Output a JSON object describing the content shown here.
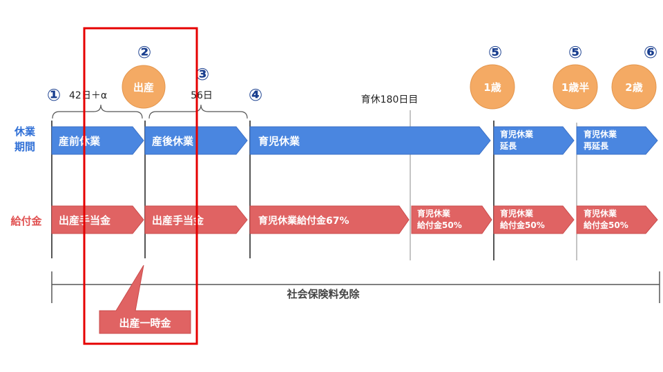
{
  "row_labels": {
    "leave_line1": "休業",
    "leave_line2": "期間",
    "benefit": "給付金"
  },
  "markers": {
    "m1": "①",
    "m2": "②",
    "m3": "③",
    "m4": "④",
    "m5a": "⑤",
    "m5b": "⑤",
    "m6": "⑥"
  },
  "circles": {
    "birth": "出産",
    "age_1": "1歳",
    "age_1_5": "1歳半",
    "age_2": "2歳"
  },
  "spans": {
    "prenatal": "42日＋α",
    "postnatal": "56日",
    "childcare_180": "育休180日目"
  },
  "leave_arrows": {
    "prenatal": "産前休業",
    "postnatal": "産後休業",
    "childcare": "育児休業",
    "extension_line1": "育児休業",
    "extension_line2": "延長",
    "reextension_line1": "育児休業",
    "reextension_line2": "再延長"
  },
  "benefit_arrows": {
    "prenatal": "出産手当金",
    "postnatal": "出産手当金",
    "childcare_67": "育児休業給付金67%",
    "childcare_50_line1": "育児休業",
    "childcare_50_line2": "給付金50%",
    "extension_50_line1": "育児休業",
    "extension_50_line2": "給付金50%",
    "reextension_50_line1": "育児休業",
    "reextension_50_line2": "給付金50%"
  },
  "insurance": "社会保険料免除",
  "lump_sum": "出産一時金",
  "colors": {
    "leave_blue": "#4a86e0",
    "benefit_red": "#e06363",
    "circle_orange": "#f4aa64",
    "highlight_red": "#e60000",
    "marker_navy": "#1a3f8f",
    "line_gray": "#555555"
  }
}
